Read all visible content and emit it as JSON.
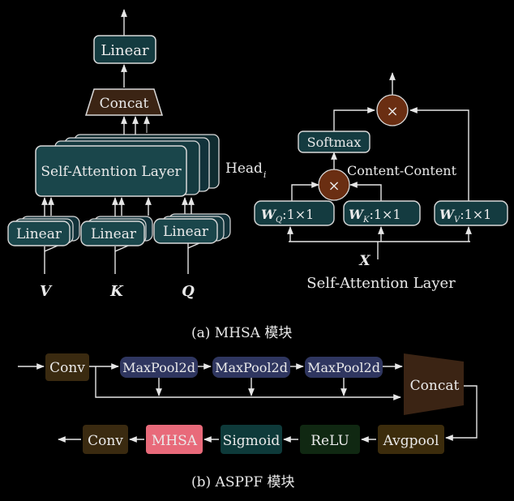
{
  "mhsa": {
    "linear_top": "Linear",
    "concat": "Concat",
    "self_attention": "Self-Attention Layer",
    "head_label": "Head",
    "head_sub": "i",
    "linear_v": "Linear",
    "linear_k": "Linear",
    "linear_q": "Linear",
    "input_v": "V",
    "input_k": "K",
    "input_q": "Q"
  },
  "self_attention_detail": {
    "softmax": "Softmax",
    "content_content": "Content-Content",
    "multiply_symbol": "×",
    "wq": {
      "main": "W",
      "sub": "Q",
      "dims": ":1×1"
    },
    "wk": {
      "main": "W",
      "sub": "K",
      "dims": ":1×1"
    },
    "wv": {
      "main": "W",
      "sub": "V",
      "dims": ":1×1"
    },
    "input_x": "X",
    "title": "Self-Attention Layer"
  },
  "caption_a": "(a)  MHSA 模块",
  "asppf": {
    "conv_in": "Conv",
    "maxpool1": "MaxPool2d",
    "maxpool2": "MaxPool2d",
    "maxpool3": "MaxPool2d",
    "concat": "Concat",
    "avgpool": "Avgpool",
    "relu": "ReLU",
    "sigmoid": "Sigmoid",
    "mhsa": "MHSA",
    "conv_out": "Conv"
  },
  "caption_b": "(b)  ASPPF 模块",
  "colors": {
    "teal_box": "#143b40",
    "teal_box_light": "#1a464b",
    "box_border": "#d9d9d9",
    "concat_fill": "#3b2414",
    "circle_fill": "#6a2e12",
    "conv_fill": "#3a2a10",
    "maxpool_fill": "#2f3660",
    "relu_fill": "#102812",
    "sigmoid_fill": "#0e3a3a",
    "mhsa_fill": "#e86a7a",
    "avgpool_fill": "#3c2c0c",
    "line": "#e6e6e6"
  }
}
